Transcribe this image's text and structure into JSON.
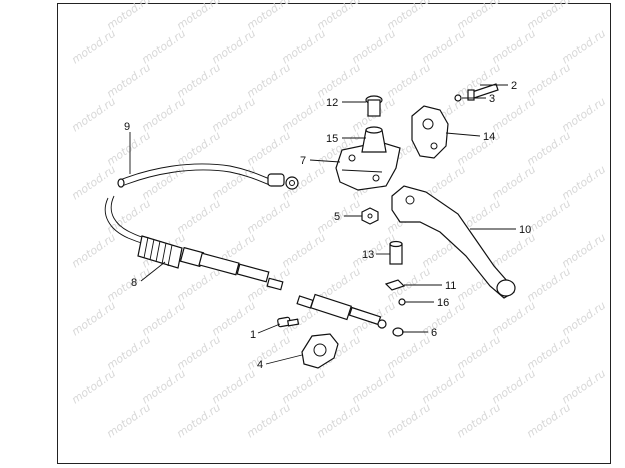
{
  "watermark": "motod.ru",
  "callouts": [
    {
      "id": "c1",
      "label": "1"
    },
    {
      "id": "c2",
      "label": "2"
    },
    {
      "id": "c3",
      "label": "3"
    },
    {
      "id": "c4",
      "label": "4"
    },
    {
      "id": "c5",
      "label": "5"
    },
    {
      "id": "c6",
      "label": "6"
    },
    {
      "id": "c7",
      "label": "7"
    },
    {
      "id": "c8",
      "label": "8"
    },
    {
      "id": "c9",
      "label": "9"
    },
    {
      "id": "c10",
      "label": "10"
    },
    {
      "id": "c11",
      "label": "11"
    },
    {
      "id": "c12",
      "label": "12"
    },
    {
      "id": "c13",
      "label": "13"
    },
    {
      "id": "c14",
      "label": "14"
    },
    {
      "id": "c15",
      "label": "15"
    },
    {
      "id": "c16",
      "label": "16"
    }
  ]
}
